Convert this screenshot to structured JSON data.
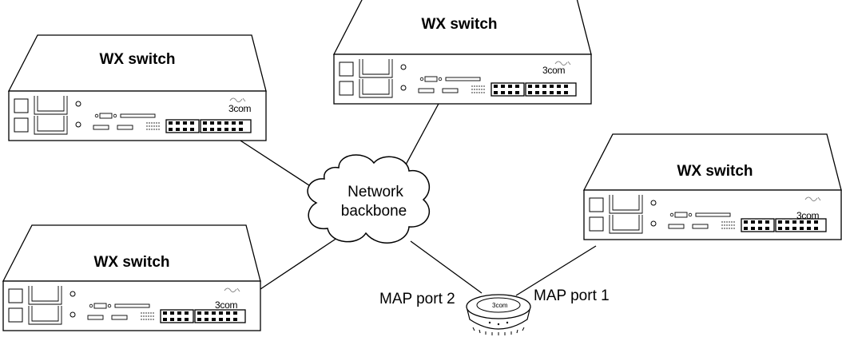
{
  "switches": [
    {
      "label": "WX switch",
      "brand": "3com"
    },
    {
      "label": "WX switch",
      "brand": "3com"
    },
    {
      "label": "WX switch",
      "brand": "3com"
    },
    {
      "label": "WX switch",
      "brand": "3com"
    }
  ],
  "cloud": {
    "line1": "Network",
    "line2": "backbone"
  },
  "map": {
    "port1": "MAP port 1",
    "port2": "MAP port 2",
    "brand": "3com"
  }
}
